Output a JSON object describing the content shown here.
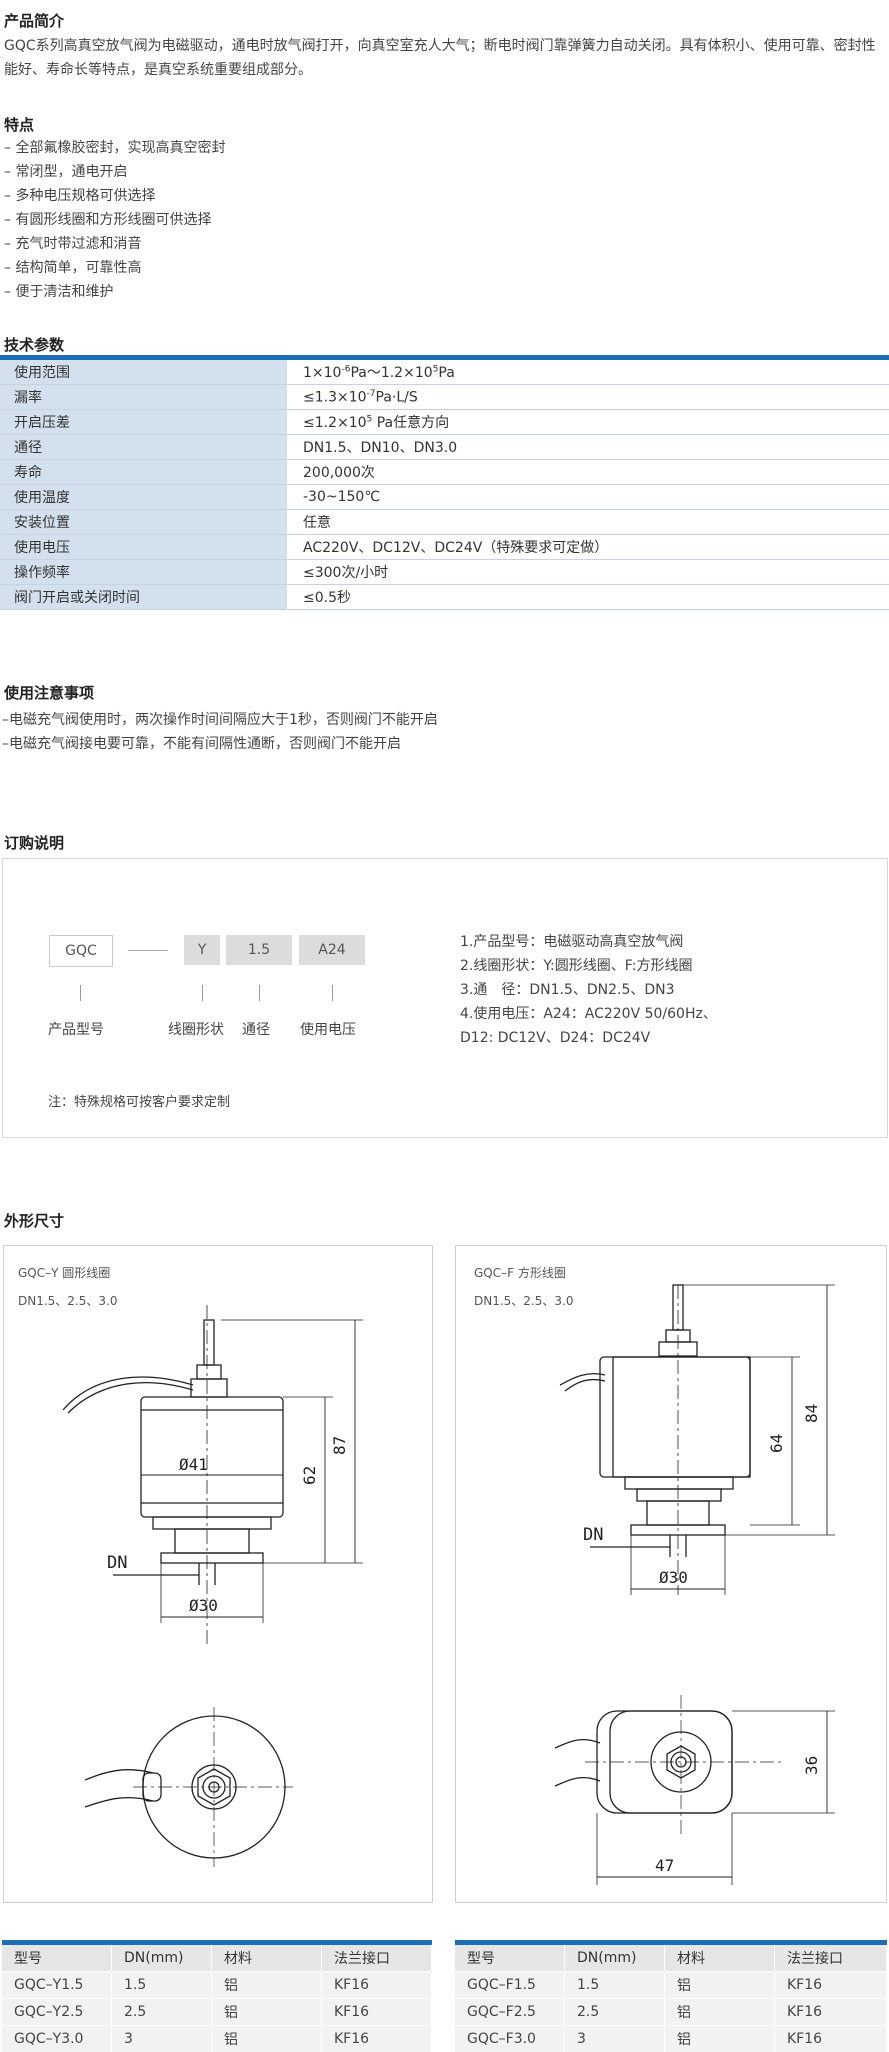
{
  "intro": {
    "title": "产品简介",
    "text": "GQC系列高真空放气阀为电磁驱动，通电时放气阀打开，向真空室充人大气；断电时阀门靠弹簧力自动关闭。具有体积小、使用可靠、密封性能好、寿命长等特点，是真空系统重要组成部分。"
  },
  "features": {
    "title": "特点",
    "items": [
      "– 全部氟橡胶密封，实现高真空密封",
      "– 常闭型，通电开启",
      "– 多种电压规格可供选择",
      "– 有圆形线圈和方形线圈可供选择",
      "– 充气时带过滤和消音",
      "– 结构简单，可靠性高",
      "– 便于清洁和维护"
    ]
  },
  "specs": {
    "title": "技术参数",
    "rows": [
      {
        "key": "使用范围",
        "value": "1×10-6Pa～1.2×105Pa"
      },
      {
        "key": "漏率",
        "value": "≤1.3×10-7Pa·L/S"
      },
      {
        "key": "开启压差",
        "value": "≤1.2×105 Pa任意方向"
      },
      {
        "key": "通径",
        "value": "DN1.5、DN10、DN3.0"
      },
      {
        "key": "寿命",
        "value": "200,000次"
      },
      {
        "key": "使用温度",
        "value": "-30~150℃"
      },
      {
        "key": "安装位置",
        "value": "任意"
      },
      {
        "key": "使用电压",
        "value": "AC220V、DC12V、DC24V（特殊要求可定做）"
      },
      {
        "key": "操作频率",
        "value": "≤300次/小时"
      },
      {
        "key": "阀门开启或关闭时间",
        "value": "≤0.5秒"
      }
    ]
  },
  "notes": {
    "title": "使用注意事项",
    "items": [
      "–电磁充气阀使用时，两次操作时间间隔应大于1秒，否则阀门不能开启",
      "–电磁充气阀接电要可靠，不能有间隔性通断，否则阀门不能开启"
    ]
  },
  "order": {
    "title": "订购说明",
    "codes": [
      "GQC",
      "Y",
      "1.5",
      "A24"
    ],
    "labels": [
      "产品型号",
      "线圈形状",
      "通径",
      "使用电压"
    ],
    "explain": [
      "1.产品型号：电磁驱动高真空放气阀",
      "2.线圈形状：Y:圆形线圈、F:方形线圈",
      "3.通　径：DN1.5、DN2.5、DN3",
      "4.使用电压：A24：AC220V 50/60Hz、",
      "D12: DC12V、D24：DC24V"
    ],
    "note": "注：特殊规格可按客户要求定制"
  },
  "dimensions": {
    "title": "外形尺寸",
    "left": {
      "caption": "GQC–Y 圆形线圈",
      "sub": "DN1.5、2.5、3.0",
      "dim_total": "87",
      "dim_body": "62",
      "dim_dia": "Ø41",
      "dim_flange": "Ø30",
      "dn": "DN"
    },
    "right": {
      "caption": "GQC–F 方形线圈",
      "sub": "DN1.5、2.5、3.0",
      "dim_total": "84",
      "dim_body": "64",
      "dim_flange": "Ø30",
      "dn": "DN",
      "dim_height": "36",
      "dim_width": "47"
    }
  },
  "models": {
    "headers": [
      "型号",
      "DN(mm)",
      "材料",
      "法兰接口"
    ],
    "left_rows": [
      [
        "GQC–Y1.5",
        "1.5",
        "铝",
        "KF16"
      ],
      [
        "GQC–Y2.5",
        "2.5",
        "铝",
        "KF16"
      ],
      [
        "GQC–Y3.0",
        "3",
        "铝",
        "KF16"
      ]
    ],
    "right_rows": [
      [
        "GQC–F1.5",
        "1.5",
        "铝",
        "KF16"
      ],
      [
        "GQC–F2.5",
        "2.5",
        "铝",
        "KF16"
      ],
      [
        "GQC–F3.0",
        "3",
        "铝",
        "KF16"
      ]
    ]
  },
  "colors": {
    "accent": "#1d6eb4",
    "key_bg": "#d3e1ee"
  }
}
